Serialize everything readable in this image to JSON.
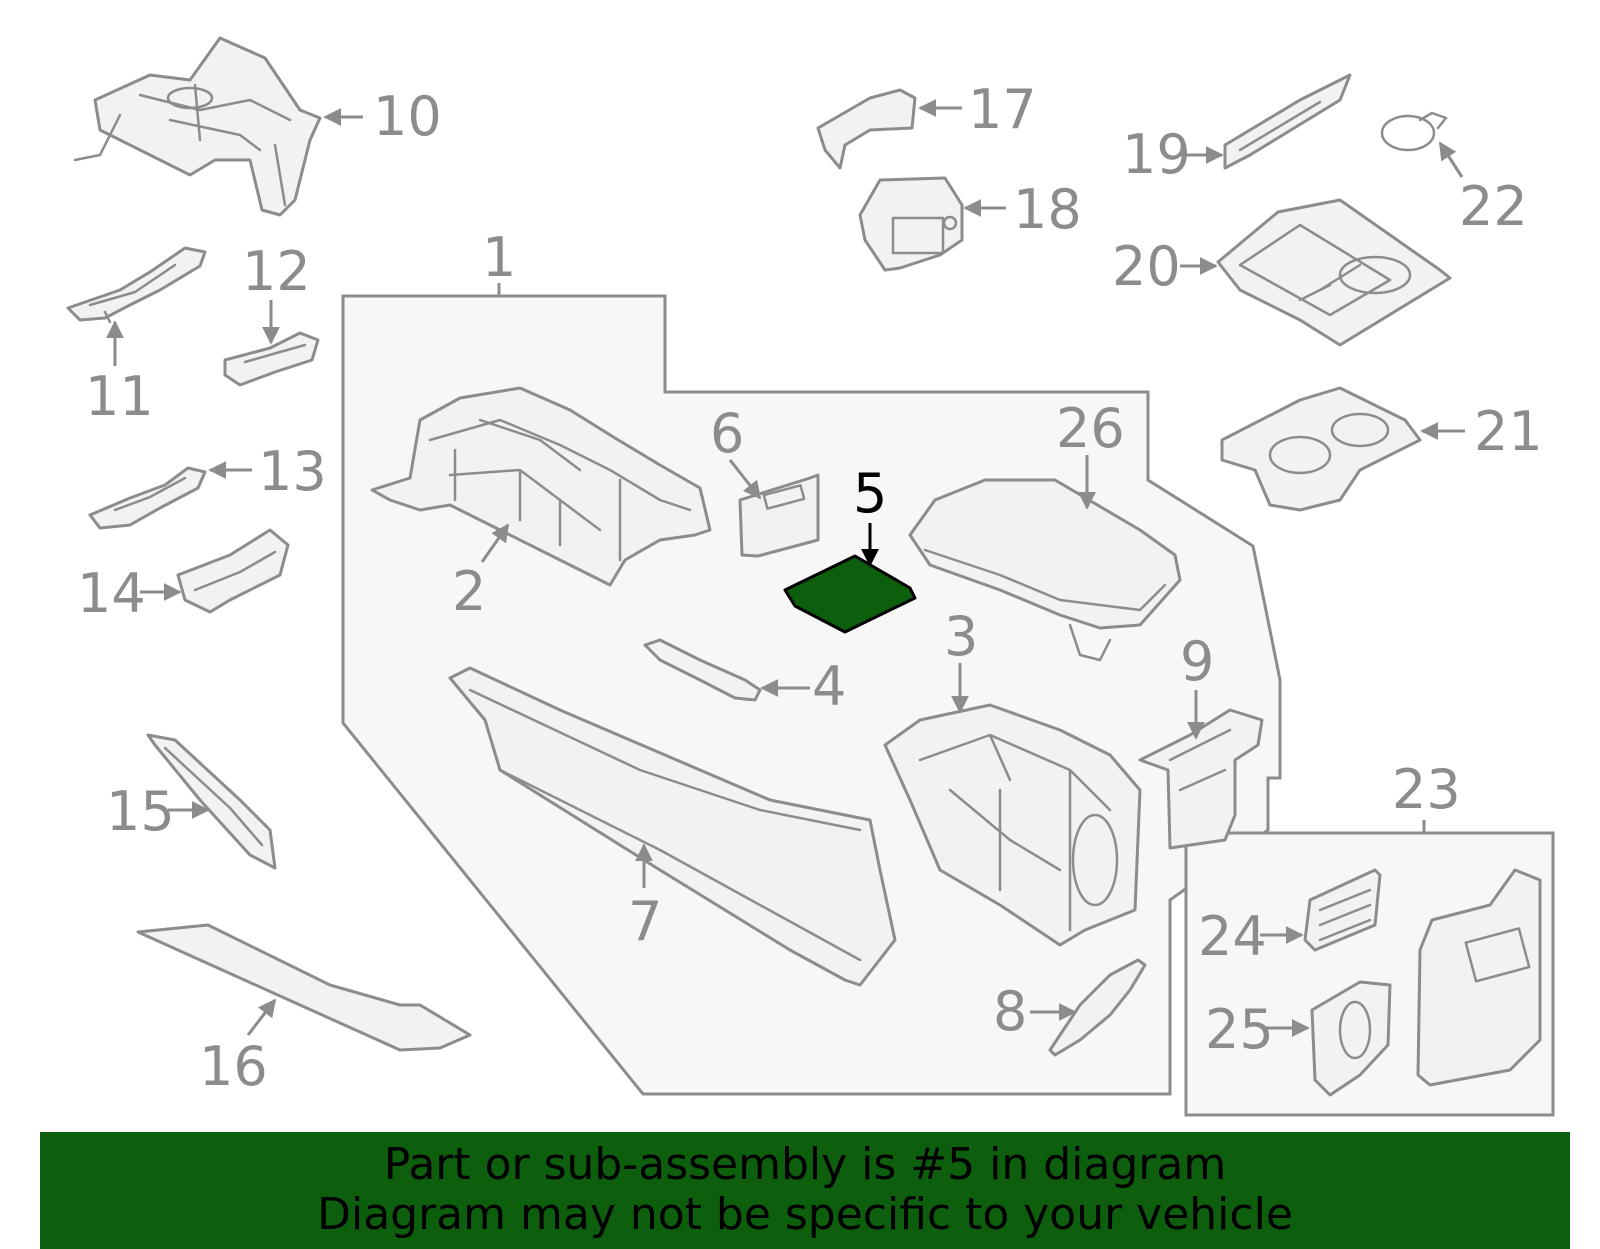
{
  "callouts": {
    "c1": "1",
    "c2": "2",
    "c3": "3",
    "c4": "4",
    "c5": "5",
    "c6": "6",
    "c7": "7",
    "c8": "8",
    "c9": "9",
    "c10": "10",
    "c11": "11",
    "c12": "12",
    "c13": "13",
    "c14": "14",
    "c15": "15",
    "c16": "16",
    "c17": "17",
    "c18": "18",
    "c19": "19",
    "c20": "20",
    "c21": "21",
    "c22": "22",
    "c23": "23",
    "c24": "24",
    "c25": "25",
    "c26": "26"
  },
  "highlight": {
    "part_number": "5",
    "color": "#0d5e0d"
  },
  "colors": {
    "line": "#8c8c8c",
    "group_fill": "#f7f7f7",
    "banner": "#0d5e0d"
  },
  "banner": {
    "line1": "Part or sub-assembly is #5 in diagram",
    "line2": "Diagram may not be specific to your vehicle"
  }
}
